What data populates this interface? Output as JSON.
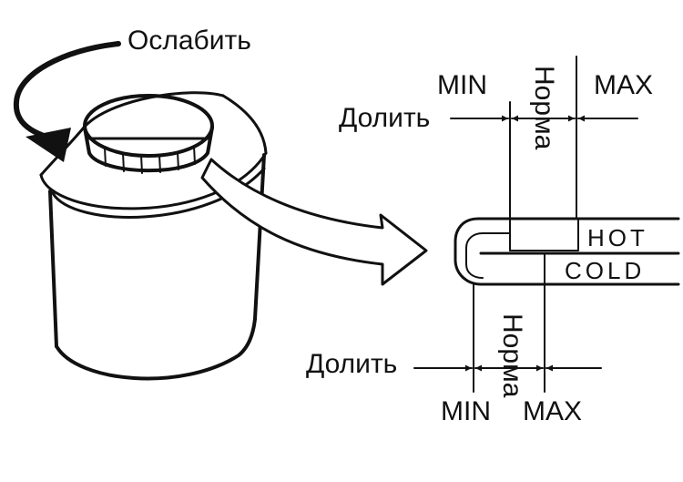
{
  "diagram": {
    "loosen_label": "Ослабить",
    "upper": {
      "min_label": "MIN",
      "max_label": "MAX",
      "norm_label": "Норма",
      "topup_label": "Долить"
    },
    "lower": {
      "min_label": "MIN",
      "max_label": "MAX",
      "norm_label": "Норма",
      "topup_label": "Долить"
    },
    "hot_label": "HOT",
    "cold_label": "COLD"
  }
}
